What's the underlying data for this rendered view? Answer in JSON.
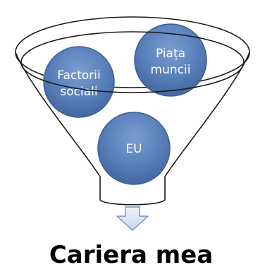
{
  "circles": [
    {
      "label_lines": [
        "Factorii",
        "sociali"
      ]
    },
    {
      "label_lines": [
        "Piața",
        "muncii"
      ]
    },
    {
      "label_lines": [
        "EU"
      ]
    }
  ],
  "caption": "Cariera mea",
  "colors": {
    "circle_fill": "#5b82bd",
    "circle_stroke": "#3c5f93",
    "funnel_stroke": "#1a1a1a",
    "arrow_fill": "#dfe8f5",
    "arrow_stroke": "#6f8fc4"
  }
}
